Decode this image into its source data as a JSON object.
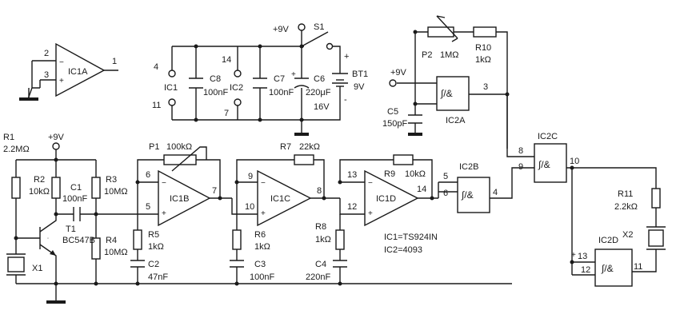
{
  "supply": "+9V",
  "ic_notes": [
    "IC1=TS924IN",
    "IC2=4093"
  ],
  "opamps": {
    "ic1a": {
      "name": "IC1A",
      "pin_inv": "2",
      "pin_noninv": "3",
      "pin_out": "1"
    },
    "ic1b": {
      "name": "IC1B",
      "pin_inv": "6",
      "pin_noninv": "5",
      "pin_out": "7"
    },
    "ic1c": {
      "name": "IC1C",
      "pin_inv": "9",
      "pin_noninv": "10",
      "pin_out": "8"
    },
    "ic1d": {
      "name": "IC1D",
      "pin_inv": "13",
      "pin_noninv": "12",
      "pin_out": "14"
    }
  },
  "gates": {
    "ic2a": {
      "name": "IC2A",
      "pin_out": "3",
      "symbol": "∫/&"
    },
    "ic2b": {
      "name": "IC2B",
      "pin_a": "5",
      "pin_b": "6",
      "pin_out": "4",
      "symbol": "∫/&"
    },
    "ic2c": {
      "name": "IC2C",
      "pin_a": "8",
      "pin_b": "9",
      "pin_out": "10",
      "symbol": "∫/&"
    },
    "ic2d": {
      "name": "IC2D",
      "pin_a": "13",
      "pin_b": "12",
      "pin_out": "11",
      "symbol": "∫/&"
    }
  },
  "power_block": {
    "ic1_label": "IC1",
    "ic1_pin_top": "4",
    "ic1_pin_bot": "11",
    "ic2_label": "IC2",
    "ic2_pin_top": "14",
    "ic2_pin_bot": "7",
    "switch": "S1",
    "battery": "BT1",
    "battery_value": "9V",
    "plus": "+",
    "minus": "-"
  },
  "components": {
    "r1": {
      "name": "R1",
      "value": "2.2MΩ"
    },
    "r2": {
      "name": "R2",
      "value": "10kΩ"
    },
    "r3": {
      "name": "R3",
      "value": "10MΩ"
    },
    "r4": {
      "name": "R4",
      "value": "10MΩ"
    },
    "r5": {
      "name": "R5",
      "value": "1kΩ"
    },
    "r6": {
      "name": "R6",
      "value": "1kΩ"
    },
    "r7": {
      "name": "R7",
      "value": "22kΩ"
    },
    "r8": {
      "name": "R8",
      "value": "1kΩ"
    },
    "r9": {
      "name": "R9",
      "value": "10kΩ"
    },
    "r10": {
      "name": "R10",
      "value": "1kΩ"
    },
    "r11": {
      "name": "R11",
      "value": "2.2kΩ"
    },
    "p1": {
      "name": "P1",
      "value": "100kΩ"
    },
    "p2": {
      "name": "P2",
      "value": "1MΩ"
    },
    "c1": {
      "name": "C1",
      "value": "100nF"
    },
    "c2": {
      "name": "C2",
      "value": "47nF"
    },
    "c3": {
      "name": "C3",
      "value": "100nF"
    },
    "c4": {
      "name": "C4",
      "value": "220nF"
    },
    "c5": {
      "name": "C5",
      "value": "150pF"
    },
    "c6": {
      "name": "C6",
      "value": "220μF",
      "rating": "16V"
    },
    "c7": {
      "name": "C7",
      "value": "100nF"
    },
    "c8": {
      "name": "C8",
      "value": "100nF"
    },
    "t1": {
      "name": "T1",
      "value": "BC547B"
    },
    "x1": {
      "name": "X1"
    },
    "x2": {
      "name": "X2"
    }
  }
}
